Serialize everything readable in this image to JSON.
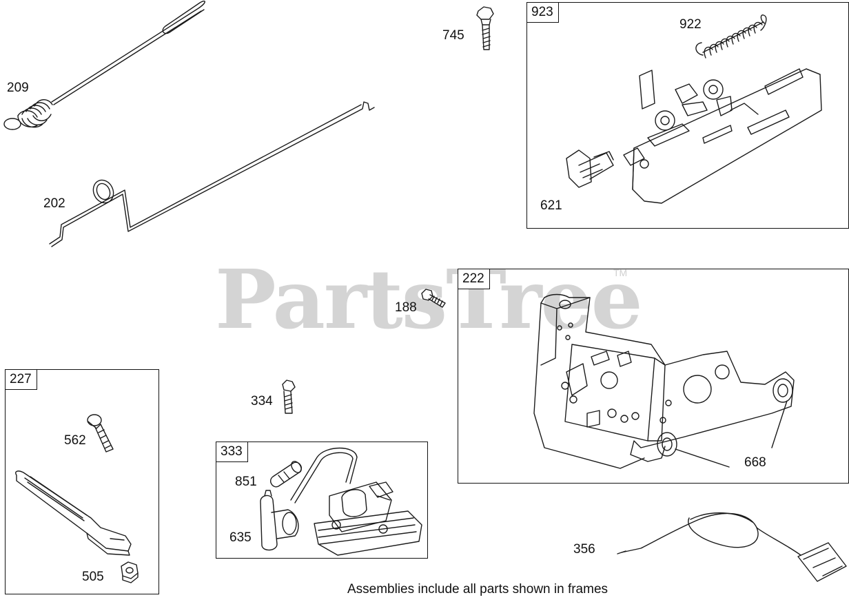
{
  "watermark": {
    "brand": "PartsTree",
    "tm": "TM"
  },
  "frames": [
    {
      "key": "f923",
      "label": "923"
    },
    {
      "key": "f222",
      "label": "222"
    },
    {
      "key": "f227",
      "label": "227"
    },
    {
      "key": "f333",
      "label": "333"
    }
  ],
  "callouts": {
    "c209": "209",
    "c202": "202",
    "c745": "745",
    "c922": "922",
    "c621": "621",
    "c188": "188",
    "c668": "668",
    "c562": "562",
    "c505": "505",
    "c334": "334",
    "c851": "851",
    "c635": "635",
    "c356": "356"
  },
  "footer_note": "Assemblies include all parts shown in frames"
}
